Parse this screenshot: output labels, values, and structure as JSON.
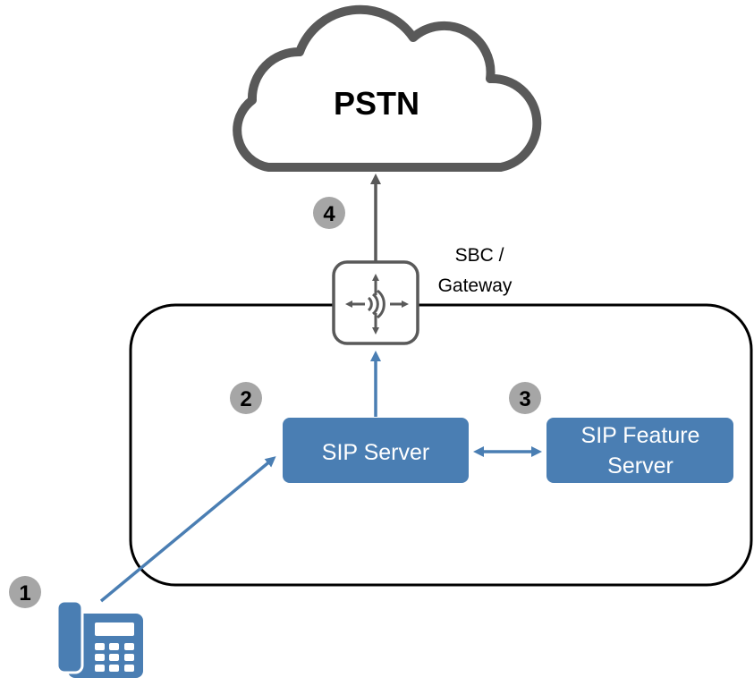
{
  "cloud": {
    "label": "PSTN"
  },
  "gateway": {
    "label_line1": "SBC /",
    "label_line2": "Gateway",
    "icon": "router-icon"
  },
  "sip_server": {
    "label": "SIP Server"
  },
  "feature_server": {
    "label_line1": "SIP Feature",
    "label_line2": "Server"
  },
  "phone": {
    "icon": "desk-phone-icon"
  },
  "steps": [
    "1",
    "2",
    "3",
    "4"
  ],
  "colors": {
    "blue": "#4a7eb3",
    "gray": "#595959",
    "badge": "#a6a6a6"
  }
}
